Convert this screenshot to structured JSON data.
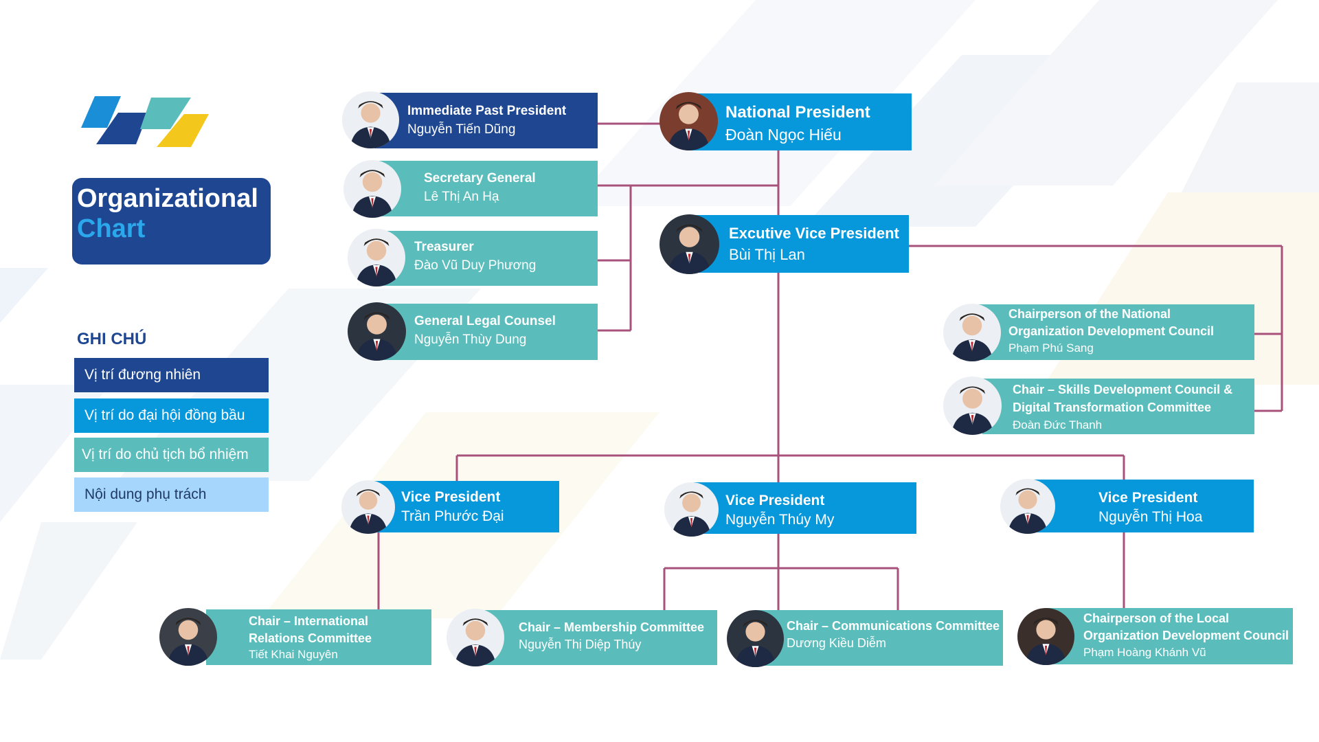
{
  "title": {
    "line1": "Organizational",
    "line2": "Chart"
  },
  "legend": {
    "heading": "GHI CHÚ",
    "items": [
      "Vị trí đương nhiên",
      "Vị trí do đại hội đồng bầu",
      "Vị trí do chủ tịch bổ nhiệm",
      "Nội dung phụ trách"
    ]
  },
  "colors": {
    "ex_officio": "#1f4791",
    "elected": "#0798dc",
    "appointed": "#5bbdbb",
    "responsibility": "#a6d6fb",
    "connector": "#a8517a"
  },
  "nodes": {
    "immediate_past_president": {
      "role": "Immediate Past President",
      "name": "Nguyễn Tiến Dũng"
    },
    "national_president": {
      "role": "National President",
      "name": "Đoàn Ngọc Hiếu"
    },
    "secretary_general": {
      "role": "Secretary General",
      "name": "Lê Thị An Hạ"
    },
    "treasurer": {
      "role": "Treasurer",
      "name": "Đào Vũ Duy Phương"
    },
    "general_legal_counsel": {
      "role": "General Legal Counsel",
      "name": "Nguyễn Thùy Dung"
    },
    "executive_vice_president": {
      "role": "Excutive Vice President",
      "name": "Bùi Thị Lan"
    },
    "national_org_dev_chair": {
      "role_line1": "Chairperson of the National",
      "role_line2": "Organization Development Council",
      "name": "Phạm Phú Sang"
    },
    "skills_digital_chair": {
      "role_line1": "Chair – Skills Development Council &",
      "role_line2": "Digital Transformation Committee",
      "name": "Đoàn Đức Thanh"
    },
    "vp_1": {
      "role": "Vice President",
      "name": "Trần Phước Đại"
    },
    "vp_2": {
      "role": "Vice President",
      "name": "Nguyễn Thúy My"
    },
    "vp_3": {
      "role": "Vice President",
      "name": "Nguyễn Thị Hoa"
    },
    "intl_relations_chair": {
      "role_line1": "Chair – International",
      "role_line2": "Relations Committee",
      "name": "Tiết Khai Nguyên"
    },
    "membership_chair": {
      "role": "Chair – Membership Committee",
      "name": "Nguyễn Thị Diệp Thúy"
    },
    "communications_chair": {
      "role": "Chair – Communications Committee",
      "name": "Dương Kiều Diễm"
    },
    "local_org_dev_chair": {
      "role_line1": "Chairperson of the Local",
      "role_line2": "Organization Development Council",
      "name": "Phạm Hoàng Khánh Vũ"
    }
  }
}
